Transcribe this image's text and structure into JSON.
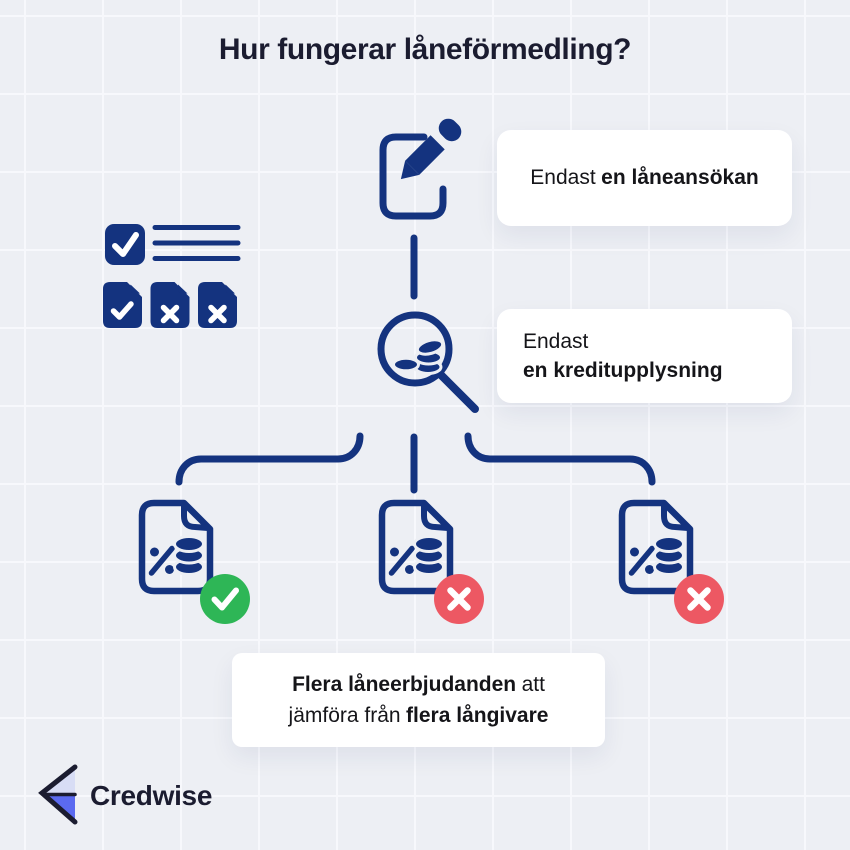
{
  "title": "Hur fungerar låneförmedling?",
  "cards": {
    "application": {
      "regular": "Endast",
      "bold": "en låneansökan"
    },
    "credit_check": {
      "line1": "Endast",
      "line2_bold": "en kreditupplysning"
    },
    "offers": {
      "bold1": "Flera låneerbjudanden",
      "regular1": "att",
      "regular2": "jämföra från",
      "bold2": "flera långivare"
    }
  },
  "branding": {
    "name": "Credwise"
  },
  "icons": {
    "step1": "document-pencil-icon",
    "side": "checklist-documents-icon",
    "step2": "magnifier-coins-icon",
    "step3": "document-percent-coins-icon",
    "result_ok": "check-badge-icon",
    "result_no": "cross-badge-icon",
    "logo": "credwise-chevron-mark"
  },
  "colors": {
    "ink_navy": "#14337f",
    "ink_dark": "#1b1c30",
    "text_black": "#151519",
    "card_bg": "#ffffff",
    "page_bg": "#edeff4",
    "grid_line": "#f7f8fc",
    "success_green": "#2eb656",
    "error_red": "#ed5863",
    "logo_blue": "#5b6af0",
    "logo_light": "#d8ddf5"
  }
}
